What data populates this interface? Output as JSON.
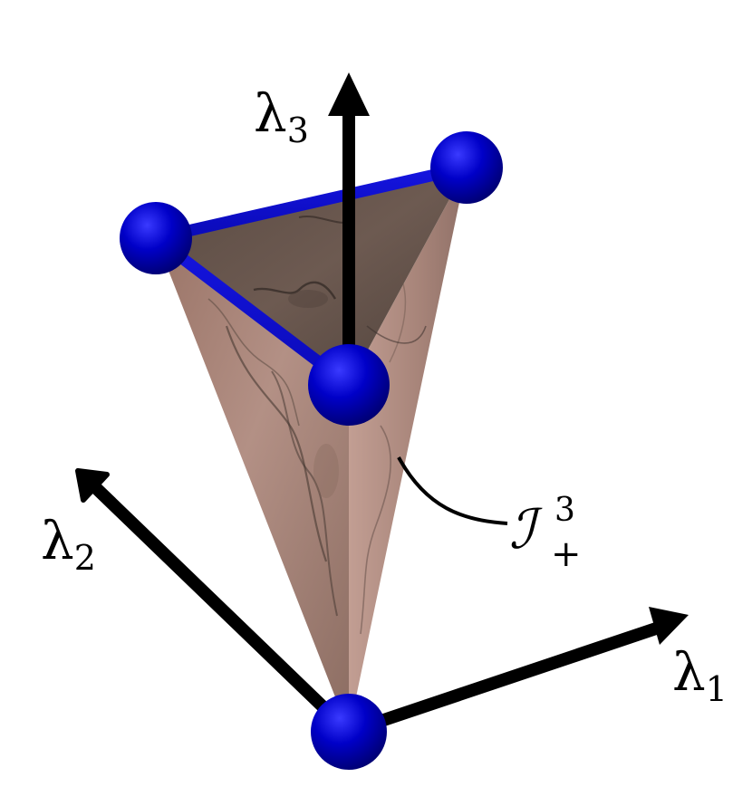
{
  "axes": {
    "lambda1": {
      "symbol": "λ",
      "subscript": "1"
    },
    "lambda2": {
      "symbol": "λ",
      "subscript": "2"
    },
    "lambda3": {
      "symbol": "λ",
      "subscript": "3"
    }
  },
  "region_label": {
    "symbol": "ℐ",
    "superscript": "3",
    "subscript": "+"
  },
  "colors": {
    "axis": "#000000",
    "edge": "#0a0ad0",
    "vertex": "#0000a8",
    "surface_light": "#b08a7e",
    "surface_dark": "#6a574f"
  }
}
